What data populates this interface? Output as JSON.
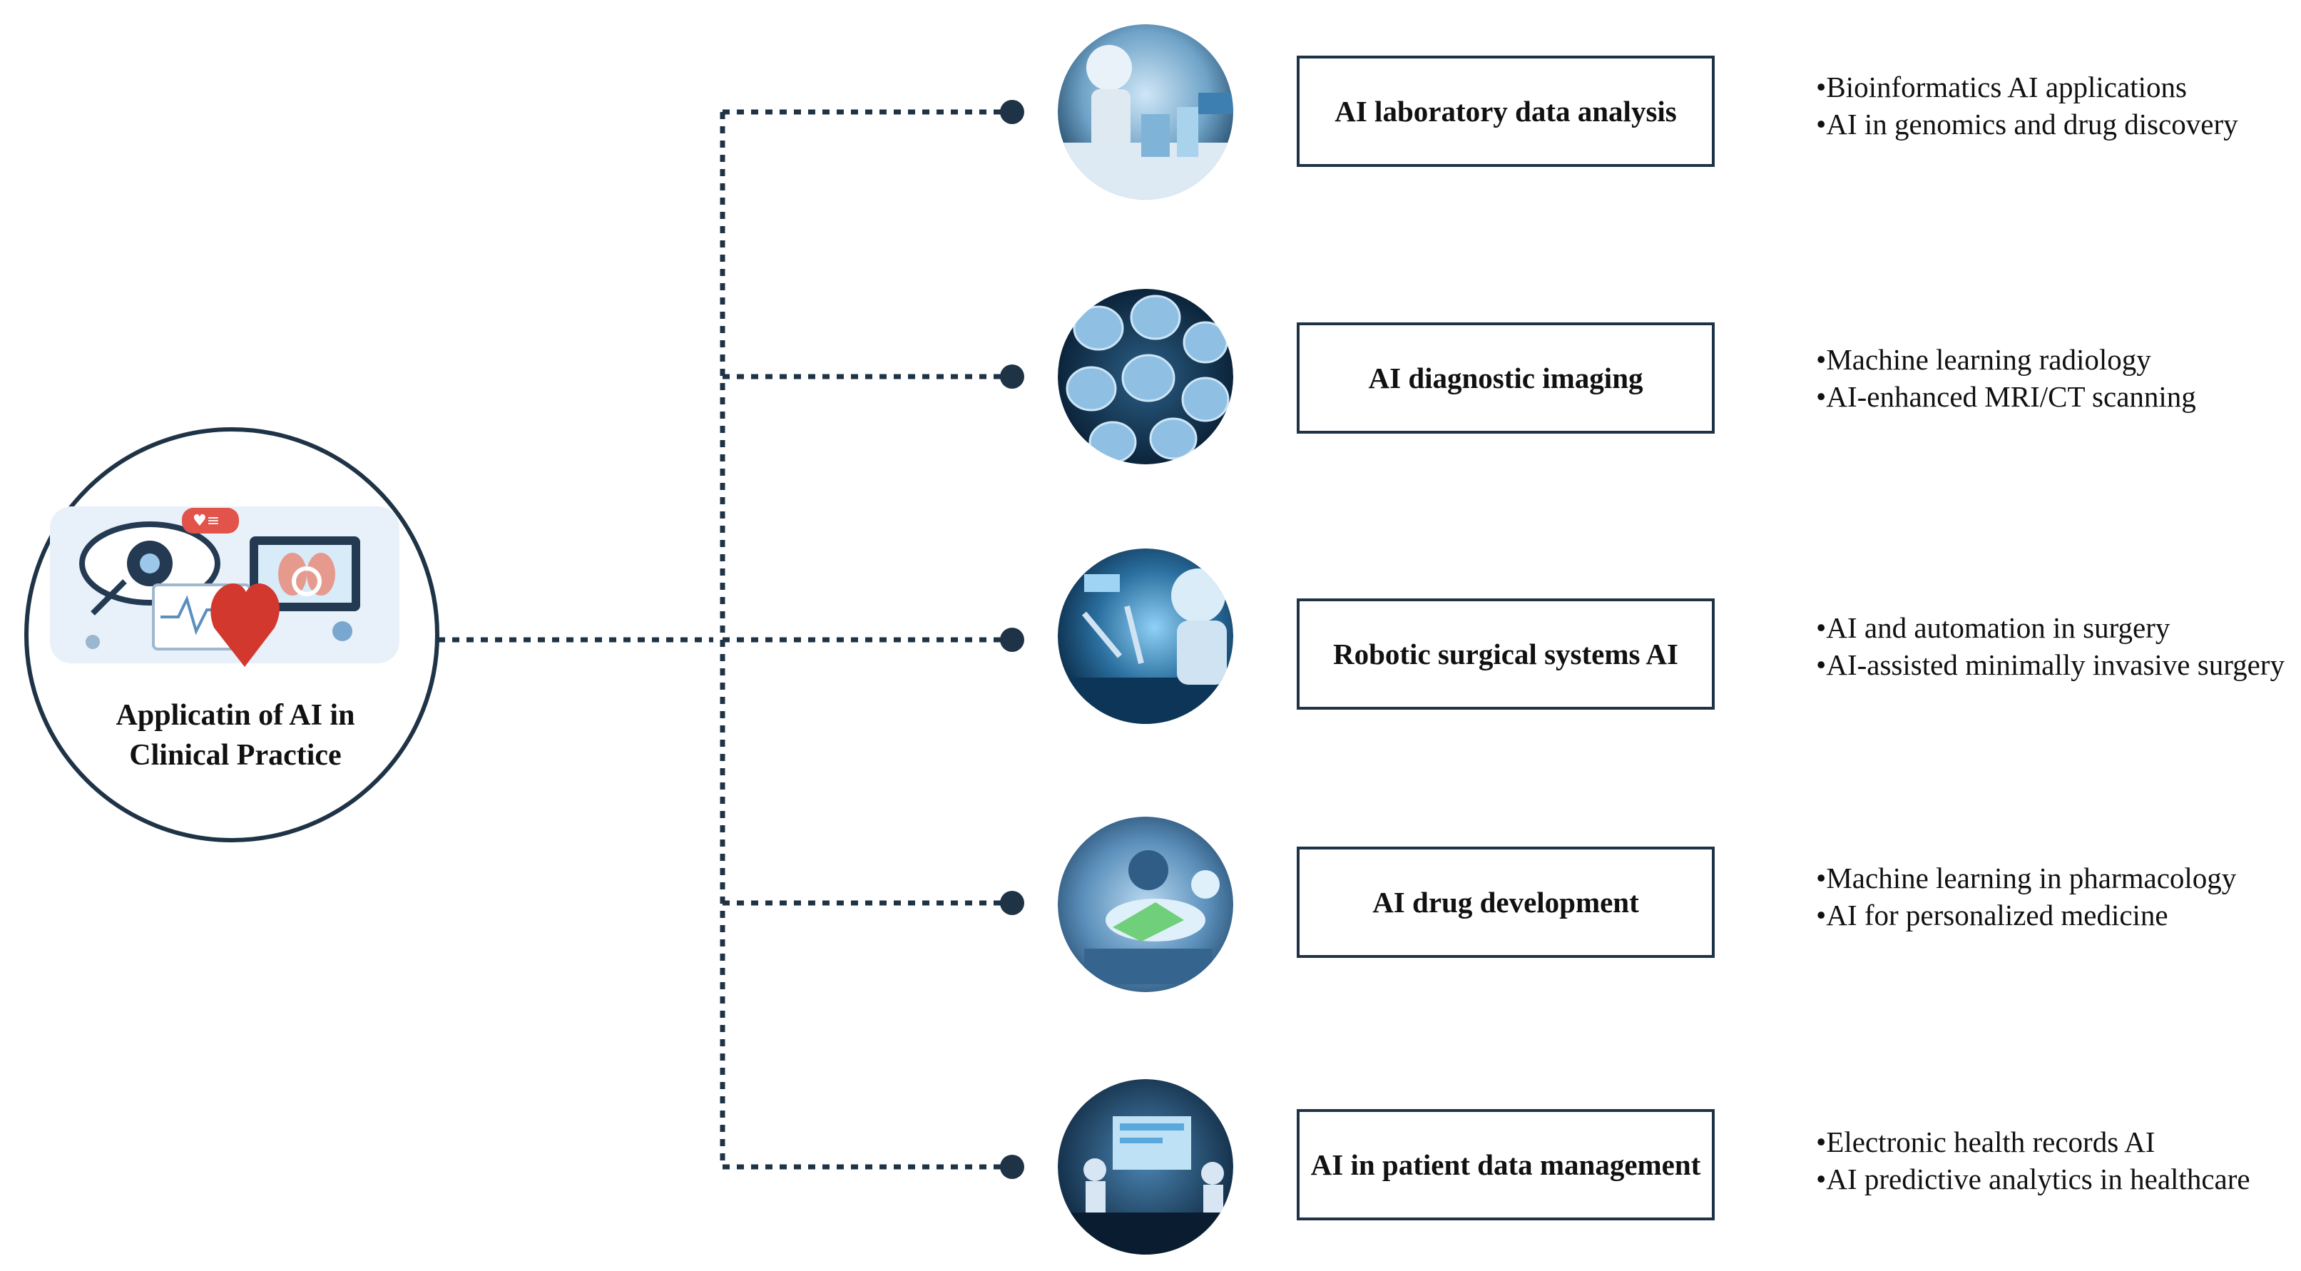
{
  "diagram": {
    "root": {
      "title_line1": "Applicatin of AI  in",
      "title_line2": "Clinical Practice",
      "icon": "medical-ai-illustration-icon"
    },
    "branches": [
      {
        "label": "AI laboratory data analysis",
        "image_icon": "lab-robot-icon",
        "bullets": [
          "•Bioinformatics AI applications",
          "•AI in genomics and drug discovery"
        ]
      },
      {
        "label": "AI diagnostic imaging",
        "image_icon": "brain-scan-icon",
        "bullets": [
          "•Machine learning radiology",
          "•AI-enhanced MRI/CT scanning"
        ]
      },
      {
        "label": "Robotic surgical systems AI",
        "image_icon": "surgical-robot-icon",
        "bullets": [
          "•AI and automation in surgery",
          "•AI-assisted minimally invasive surgery"
        ]
      },
      {
        "label": "AI drug development",
        "image_icon": "microscope-icon",
        "bullets": [
          "•Machine learning in pharmacology",
          "•AI for personalized medicine"
        ]
      },
      {
        "label": "AI in patient data management",
        "image_icon": "data-screen-icon",
        "bullets": [
          "•Electronic health records AI",
          "•AI predictive analytics in healthcare"
        ]
      }
    ],
    "colors": {
      "connector": "#1f3346",
      "box_border": "#1f3346",
      "photo_dark": "#0d2a45",
      "photo_light": "#5aa9dd"
    }
  }
}
